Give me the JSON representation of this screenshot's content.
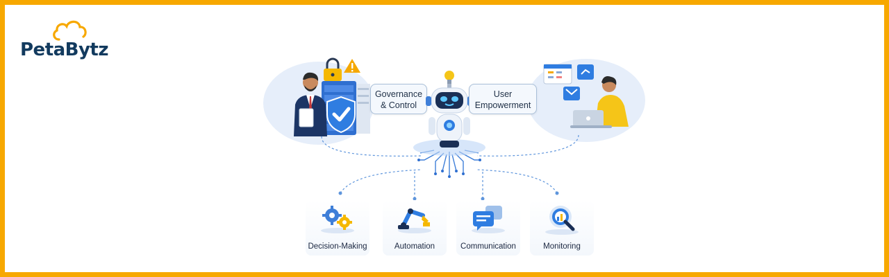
{
  "brand": {
    "name": "PetaBytz",
    "text_color": "#123a5e",
    "cloud_color": "#f7a800"
  },
  "frame": {
    "border_color": "#f7a800"
  },
  "callouts": {
    "governance": [
      "Governance",
      "& Control"
    ],
    "empowerment": [
      "User",
      "Empowerment"
    ]
  },
  "features": [
    {
      "label": "Decision-Making",
      "icon": "gears-icon"
    },
    {
      "label": "Automation",
      "icon": "robotic-arm-icon"
    },
    {
      "label": "Communication",
      "icon": "chat-bubbles-icon"
    },
    {
      "label": "Monitoring",
      "icon": "magnifier-chart-icon"
    }
  ],
  "colors": {
    "accent_blue": "#2f7de1",
    "dark_navy": "#1a2f55",
    "yellow": "#f5c518",
    "warning": "#f5a800"
  }
}
